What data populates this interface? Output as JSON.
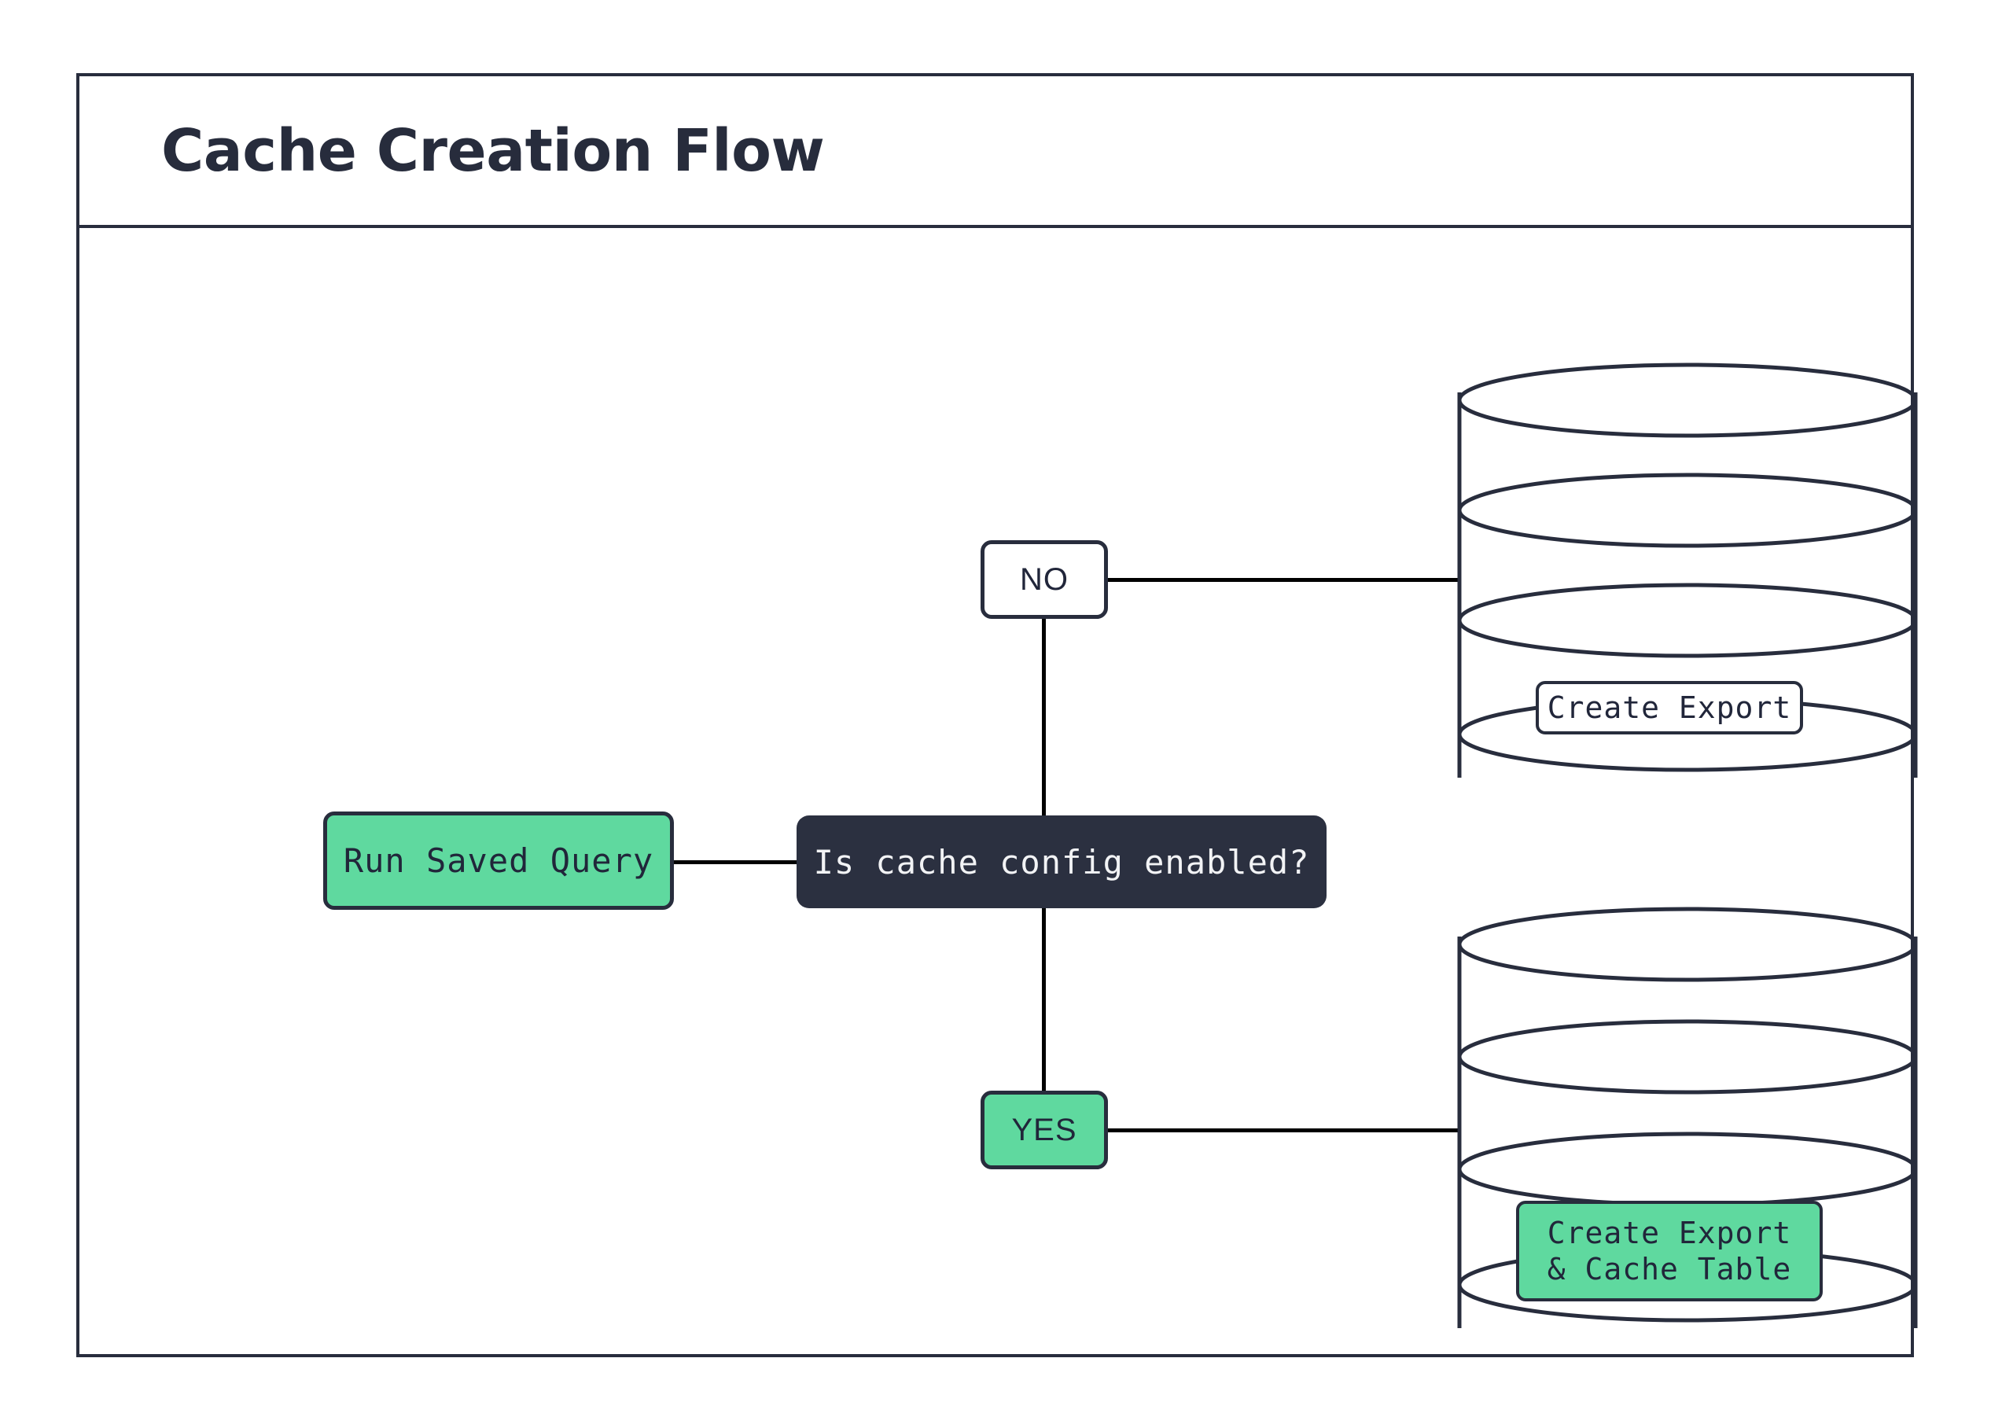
{
  "diagram": {
    "title": "Cache Creation Flow",
    "type": "flowchart",
    "colors": {
      "accent_green": "#5FD99F",
      "dark_navy": "#282D3D",
      "node_dark_fill": "#2B3040",
      "line": "#000000",
      "background": "#FFFFFF"
    },
    "nodes": [
      {
        "id": "run-saved-query",
        "label": "Run Saved Query",
        "shape": "rounded-rect",
        "style": "green"
      },
      {
        "id": "decision",
        "label": "Is cache config enabled?",
        "shape": "rounded-rect",
        "style": "dark"
      },
      {
        "id": "no",
        "label": "NO",
        "shape": "rounded-rect",
        "style": "white"
      },
      {
        "id": "yes",
        "label": "YES",
        "shape": "rounded-rect",
        "style": "green"
      },
      {
        "id": "db-top",
        "label": "Create Export",
        "shape": "database-cylinder",
        "style": "white"
      },
      {
        "id": "db-bottom",
        "label_line1": "Create Export",
        "label_line2": "& Cache Table",
        "shape": "database-cylinder",
        "style": "green"
      }
    ],
    "edges": [
      {
        "from": "run-saved-query",
        "to": "decision"
      },
      {
        "from": "decision",
        "to": "no"
      },
      {
        "from": "decision",
        "to": "yes"
      },
      {
        "from": "no",
        "to": "db-top"
      },
      {
        "from": "yes",
        "to": "db-bottom"
      }
    ]
  }
}
